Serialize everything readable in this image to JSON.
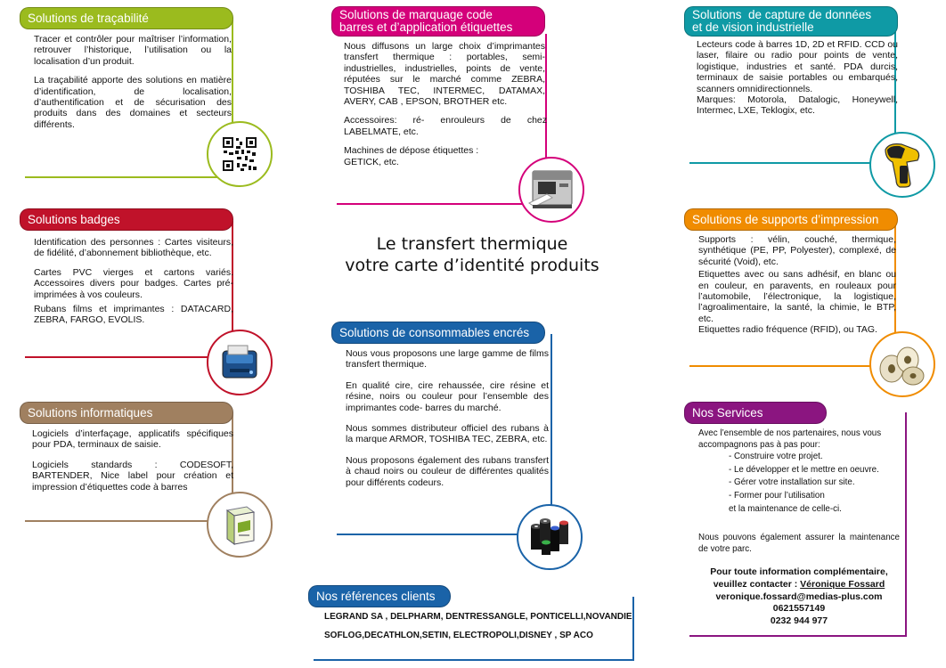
{
  "title": {
    "line1": "Le transfert thermique",
    "line2": "votre carte d’identité produits"
  },
  "colors": {
    "tracabilite": "#9bbb1e",
    "marquage": "#d4007a",
    "capture": "#0f9aa5",
    "badges": "#c0122a",
    "supports": "#f08c00",
    "informatique": "#a08060",
    "consommables": "#1a63a8",
    "services": "#8b1580",
    "references": "#1a63a8"
  },
  "tracabilite": {
    "heading": "Solutions de traçabilité",
    "p1": "Tracer et contrôler pour maîtriser l’information, retrouver l’historique, l’utilisation ou la localisation d’un produit.",
    "p2": "La traçabilité apporte des solutions en matière d’identification, de localisation, d’authentification et de sécurisation des produits dans des domaines et secteurs différents.",
    "icon": "qr-code-icon"
  },
  "marquage": {
    "heading_line1": "Solutions de marquage code",
    "heading_line2": "barres et d’application étiquettes",
    "p1": "Nous diffusons un large choix d’imprimantes transfert thermique : portables, semi-industrielles, industrielles, points de vente, réputées sur le marché comme ZEBRA, TOSHIBA TEC, INTERMEC, DATAMAX, AVERY, CAB , EPSON, BROTHER etc.",
    "p2": "Accessoires: ré- enrouleurs de chez LABELMATE, etc.",
    "p3": "Machines de dépose étiquettes : GETICK, etc.",
    "icon": "label-printer-icon"
  },
  "capture": {
    "heading_line1": "Solutions  de capture de données",
    "heading_line2": "et de vision industrielle",
    "p1": "Lecteurs code à barres 1D, 2D et RFID. CCD ou laser, filaire ou radio pour points de vente, logistique, industries et santé. PDA durcis, terminaux de saisie portables ou embarqués, scanners omnidirectionnels.",
    "p2": "Marques: Motorola, Datalogic, Honeywell, Intermec, LXE, Teklogix, etc.",
    "icon": "barcode-scanner-icon"
  },
  "badges": {
    "heading": "Solutions badges",
    "p1": "Identification des personnes : Cartes visiteurs, de fidélité, d’abonnement bibliothèque, etc.",
    "p2": "Cartes PVC vierges et cartons variés. Accessoires divers pour badges. Cartes pré-imprimées à vos couleurs.",
    "p3": "Rubans films et imprimantes : DATACARD, ZEBRA, FARGO, EVOLIS.",
    "icon": "card-printer-icon"
  },
  "supports": {
    "heading": "Solutions de supports d’impression",
    "p1": "Supports : vélin, couché, thermique, synthétique (PE, PP, Polyester), complexé, de sécurité (Void), etc.",
    "p2": "Etiquettes avec ou sans adhésif, en blanc ou en couleur, en paravents, en rouleaux pour l’automobile, l’électronique, la logistique, l’agroalimentaire, la santé, la chimie, le BTP, etc.",
    "p3": "Etiquettes radio fréquence (RFID), ou TAG.",
    "icon": "label-rolls-icon"
  },
  "informatique": {
    "heading": "Solutions informatiques",
    "p1": "Logiciels d’interfaçage, applicatifs spécifiques pour  PDA, terminaux de saisie.",
    "p2": "Logiciels standards : CODESOFT, BARTENDER, Nice label pour création et impression d’étiquettes code à barres",
    "icon": "software-box-icon"
  },
  "consommables": {
    "heading": "Solutions de consommables encrés",
    "p1": "Nous vous proposons une large gamme de films transfert thermique.",
    "p2": "En qualité cire, cire rehaussée, cire résine et résine, noirs ou couleur pour l’ensemble des imprimantes code- barres du marché.",
    "p3": "Nous sommes distributeur officiel des rubans à la marque ARMOR, TOSHIBA TEC, ZEBRA, etc.",
    "p4": "Nous proposons également des rubans transfert  à chaud noirs ou couleur de différentes qualités pour différents codeurs.",
    "icon": "ribbon-rolls-icon"
  },
  "services": {
    "heading": "Nos Services",
    "intro": "Avec l’ensemble de nos partenaires, nous vous accompagnons pas à pas pour:",
    "items": [
      "- Construire votre projet.",
      "- Le développer et le mettre en oeuvre.",
      "- Gérer votre installation sur site.",
      "- Former pour l’utilisation",
      "et la maintenance de celle-ci."
    ],
    "p2": "Nous pouvons également assurer la maintenance de votre parc.",
    "contact_line1": "Pour toute information complémentaire,",
    "contact_line2_prefix": "veuillez contacter : ",
    "contact_name": "Véronique Fossard",
    "email": "veronique.fossard@medias-plus.com",
    "phone1": "0621557149",
    "phone2": "0232 944 977"
  },
  "references": {
    "heading": "Nos références clients",
    "line1": "LEGRAND SA , DELPHARM, DENTRESSANGLE, PONTICELLI,NOVANDIE",
    "line2": "SOFLOG,DECATHLON,SETIN, ELECTROPOLI,DISNEY , SP ACO"
  }
}
